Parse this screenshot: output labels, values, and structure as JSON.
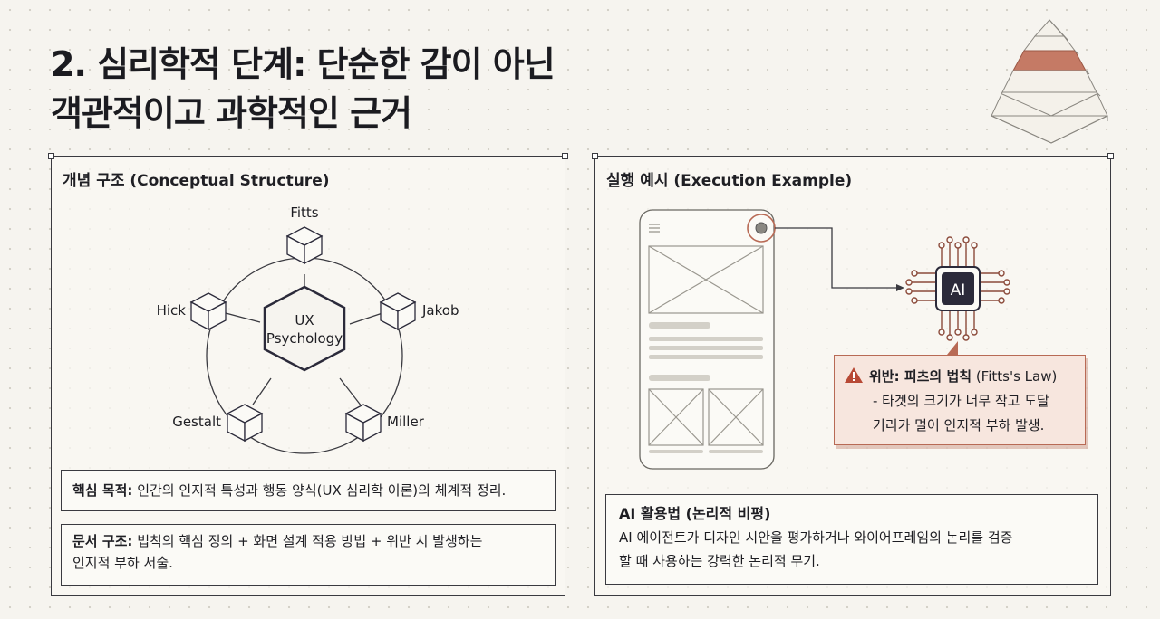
{
  "title": {
    "line1": "2. 심리학적 단계: 단순한 감이 아닌",
    "line2": "객관적이고 과학적인 근거"
  },
  "left_panel": {
    "heading": "개념 구조 (Conceptual Structure)",
    "diagram": {
      "center_line1": "UX",
      "center_line2": "Psychology",
      "nodes": [
        "Fitts",
        "Jakob",
        "Miller",
        "Gestalt",
        "Hick"
      ]
    },
    "box1": {
      "label": "핵심 목적:",
      "text": " 인간의 인지적 특성과 행동 양식(UX 심리학 이론)의 체계적 정리."
    },
    "box2": {
      "label": "문서 구조:",
      "text": " 법칙의 핵심 정의 + 화면 설계 적용 방법 + 위반 시 발생하는",
      "text2": "인지적 부하 서술."
    }
  },
  "right_panel": {
    "heading": "실행 예시 (Execution Example)",
    "chip_label": "AI",
    "callout": {
      "label": "위반: 피츠의 법칙",
      "label_suffix": " (Fitts's Law)",
      "line1": "- 타겟의 크기가 너무 작고 도달",
      "line2": "거리가 멀어 인지적 부하 발생."
    },
    "ai_box": {
      "heading": "AI 활용법 (논리적 비평)",
      "line1": "AI 에이전트가 디자인 시안을 평가하거나 와이어프레임의 논리를 검증",
      "line2": "할 때 사용하는 강력한 논리적 무기."
    }
  },
  "colors": {
    "accent": "#b86a55",
    "dark": "#2b2a3a",
    "line": "#3a3a40"
  }
}
